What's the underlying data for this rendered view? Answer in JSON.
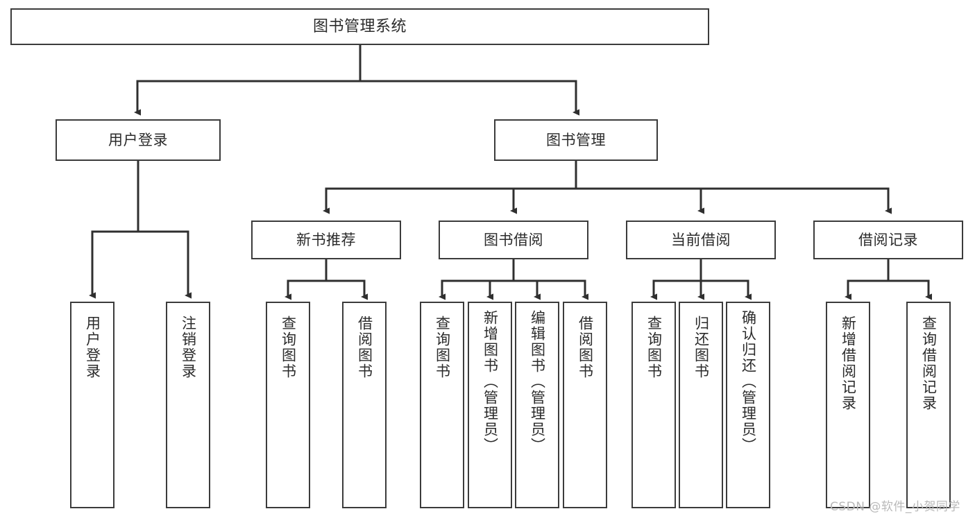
{
  "diagram": {
    "title": "图书管理系统",
    "type": "tree-hierarchy",
    "colors": {
      "node_border": "#3b3b3b",
      "node_fill": "#ffffff",
      "edge": "#2f2f2f",
      "text": "#2b2b2b",
      "watermark": "#b9b9b9",
      "background": "#ffffff"
    },
    "nodes": {
      "root": {
        "label": "图书管理系统"
      },
      "level2": [
        {
          "id": "user-login",
          "label": "用户登录"
        },
        {
          "id": "book-manage",
          "label": "图书管理"
        }
      ],
      "level3": [
        {
          "id": "new-book-recommend",
          "label": "新书推荐"
        },
        {
          "id": "book-borrow",
          "label": "图书借阅"
        },
        {
          "id": "current-borrow",
          "label": "当前借阅"
        },
        {
          "id": "borrow-record",
          "label": "借阅记录"
        }
      ],
      "leaves": {
        "user-login": [
          {
            "id": "leaf-user-login",
            "label": "用户登录"
          },
          {
            "id": "leaf-user-logout",
            "label": "注销登录"
          }
        ],
        "new-book-recommend": [
          {
            "id": "leaf-query-book-1",
            "label": "查询图书"
          },
          {
            "id": "leaf-borrow-book-1",
            "label": "借阅图书"
          }
        ],
        "book-borrow": [
          {
            "id": "leaf-query-book-2",
            "label": "查询图书"
          },
          {
            "id": "leaf-add-book",
            "label": "新增图书（管理员）"
          },
          {
            "id": "leaf-edit-book",
            "label": "编辑图书（管理员）"
          },
          {
            "id": "leaf-borrow-book-2",
            "label": "借阅图书"
          }
        ],
        "current-borrow": [
          {
            "id": "leaf-query-book-3",
            "label": "查询图书"
          },
          {
            "id": "leaf-return-book",
            "label": "归还图书"
          },
          {
            "id": "leaf-confirm-return",
            "label": "确认归还（管理员）"
          }
        ],
        "borrow-record": [
          {
            "id": "leaf-add-record",
            "label": "新增借阅记录"
          },
          {
            "id": "leaf-query-record",
            "label": "查询借阅记录"
          }
        ]
      }
    },
    "watermark": "CSDN @软件_小贺同学"
  }
}
